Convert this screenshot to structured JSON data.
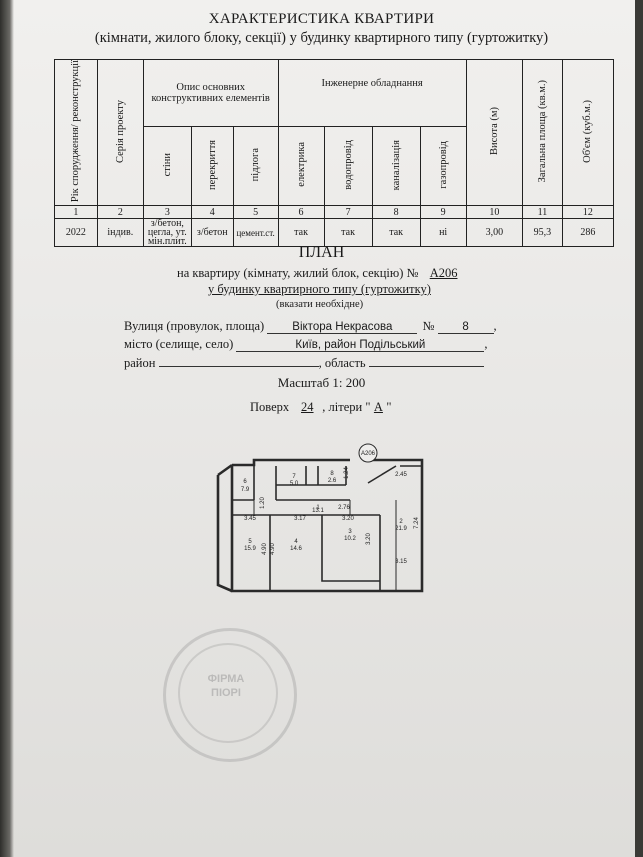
{
  "header": {
    "title": "ХАРАКТЕРИСТИКА КВАРТИРИ",
    "subtitle": "(кімнати, жилого блоку, секції) у будинку квартирного типу (гуртожитку)"
  },
  "table": {
    "col_year": "Рік спорудження/ реконструкції",
    "col_series": "Серія проекту",
    "group_construction": "Опис основних конструктивних елементів",
    "col_walls": "стіни",
    "col_floors": "перекриття",
    "col_flooring": "підлога",
    "group_engineering": "Інженерне обладнання",
    "col_electric": "електрика",
    "col_water": "водопровід",
    "col_sewer": "каналізація",
    "col_gas": "газопровід",
    "col_height": "Висота (м)",
    "col_area": "Загальна площа (кв.м.)",
    "col_volume": "Об'єм (куб.м.)",
    "numbers": [
      "1",
      "2",
      "3",
      "4",
      "5",
      "6",
      "7",
      "8",
      "9",
      "10",
      "11",
      "12"
    ],
    "values": {
      "year": "2022",
      "series": "індив.",
      "walls": "з/бетон, цегла, ут. мін.плит.",
      "floors": "з/бетон",
      "flooring": "цемент.ст.",
      "electric": "так",
      "water": "так",
      "sewer": "так",
      "gas": "ні",
      "height": "3,00",
      "area": "95,3",
      "volume": "286"
    }
  },
  "plan": {
    "title": "ПЛАН",
    "line1_prefix": "на квартиру (кімнату, жилий блок, секцію) №",
    "apartment_no": "А206",
    "line2": "у будинку квартирного типу (гуртожитку)",
    "note": "(вказати необхідне)",
    "street_label": "Вулиця (провулок, площа)",
    "street": "Віктора Некрасова",
    "no_label": "№",
    "house_no": "8",
    "city_label": "місто (селище, село)",
    "city": "Київ, район Подільський",
    "district_label": "район",
    "region_label": ", область",
    "scale": "Масштаб 1: 200",
    "floor_label": "Поверх",
    "floor": "24",
    "letter_label": ", літери \"",
    "letter": "А",
    "letter_close": "\""
  },
  "floorplan": {
    "tag": "А206",
    "rooms": [
      {
        "no": "6",
        "area": "7.9"
      },
      {
        "no": "7",
        "area": "5.0"
      },
      {
        "no": "8",
        "area": "2.6"
      },
      {
        "no": "1",
        "area": "13.1"
      },
      {
        "no": "5",
        "area": "15.9"
      },
      {
        "no": "4",
        "area": "14.6"
      },
      {
        "no": "3",
        "area": "10.2"
      },
      {
        "no": "2",
        "area": "21.9"
      }
    ],
    "dims": [
      "2.45",
      "1.20",
      "2.76",
      "3.45",
      "3.17",
      "3.20",
      "4.90",
      "4.90",
      "3.20",
      "7.24",
      "3.15",
      "1.24"
    ]
  },
  "stamp": {
    "line1": "ФІРМА",
    "line2": "ПІОРІ"
  }
}
